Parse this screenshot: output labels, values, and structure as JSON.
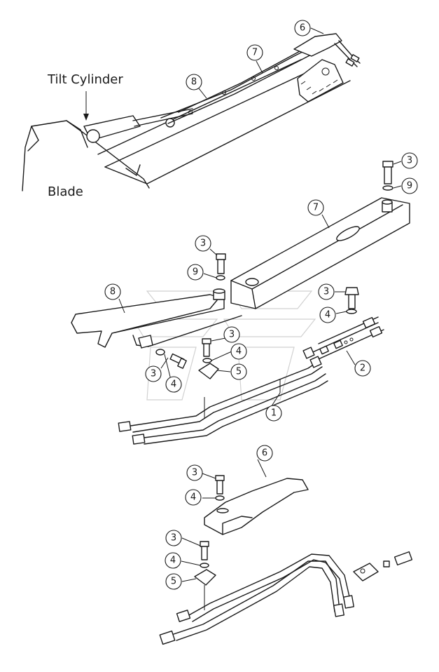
{
  "labels": {
    "tilt_cylinder": "Tilt Cylinder",
    "blade": "Blade"
  },
  "callouts": {
    "top_6": "6",
    "top_7": "7",
    "top_8": "8",
    "mid_3a": "3",
    "mid_9a": "9",
    "mid_7": "7",
    "mid_3b": "3",
    "mid_9b": "9",
    "mid_8": "8",
    "mid_3c": "3",
    "mid_4c": "4",
    "mid_3d": "3",
    "mid_4d": "4",
    "mid_5d": "5",
    "mid_3e": "3",
    "mid_4e": "4",
    "mid_2": "2",
    "mid_1": "1",
    "low_6": "6",
    "low_3": "3",
    "low_4": "4",
    "bot_3": "3",
    "bot_4": "4",
    "bot_5": "5"
  },
  "colors": {
    "line": "#1a1a1a",
    "background": "#ffffff",
    "watermark": "#bdbdbd"
  }
}
